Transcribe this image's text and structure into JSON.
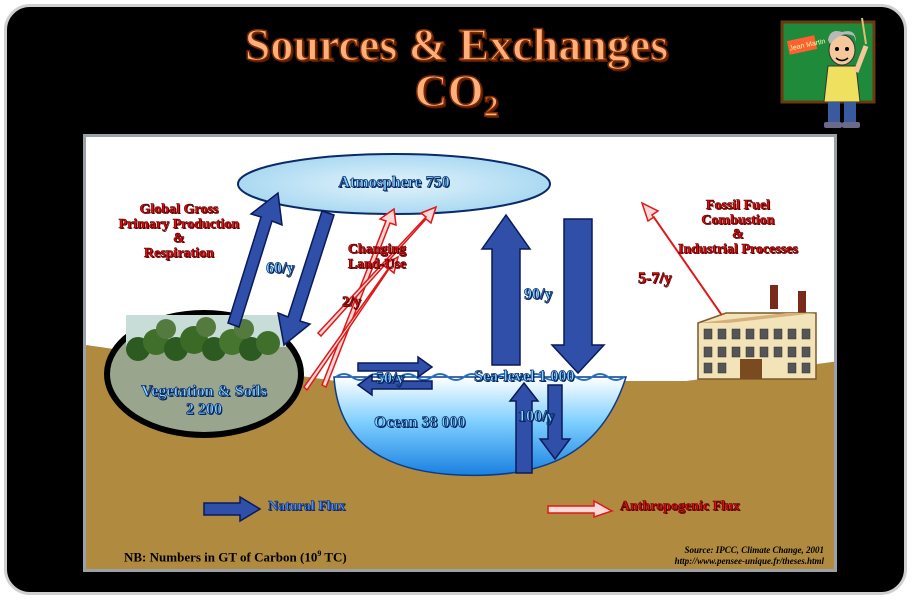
{
  "title": {
    "line1": "Sources & Exchanges",
    "line2": "CO",
    "line2_sub": "2"
  },
  "labels": {
    "atmosphere": "Atmosphere 750",
    "vegetation_line1": "Vegetation & Soils",
    "vegetation_line2": "2 200",
    "ocean": "Ocean 38 000",
    "sea_level": "Sea-level 1 000",
    "gpp_line1": "Global Gross",
    "gpp_line2": "Primary Production",
    "gpp_line3": "&",
    "gpp_line4": "Respiration",
    "landuse_line1": "Changing",
    "landuse_line2": "Land-Use",
    "fossil_line1": "Fossil Fuel",
    "fossil_line2": "Combustion",
    "fossil_line3": "&",
    "fossil_line4": "Industrial Processes"
  },
  "fluxes": {
    "vegetation": "60/y",
    "landuse": "2/y",
    "atmosphere_ocean": "90/y",
    "surface_exchange": "50/y",
    "deep_ocean": "100/y",
    "fossil": "5-7/y"
  },
  "legend": {
    "natural": "Natural Flux",
    "anthropogenic": "Anthropogenic Flux"
  },
  "note": "NB: Numbers in GT of Carbon (10",
  "note_sup": "9",
  "note_end": " TC)",
  "source_line1": "Source: IPCC, Climate Change, 2001",
  "source_line2": "http://www.pensee-unique.fr/theses.html",
  "teacher_sign": "Jean Martin",
  "colors": {
    "background": "#000000",
    "ground": "#b08a3e",
    "natural_arrow": "#2f4fa8",
    "anthropogenic_arrow": "#ff7070",
    "atmosphere": "#bfe4f7",
    "ocean": "#3aa0e8"
  }
}
